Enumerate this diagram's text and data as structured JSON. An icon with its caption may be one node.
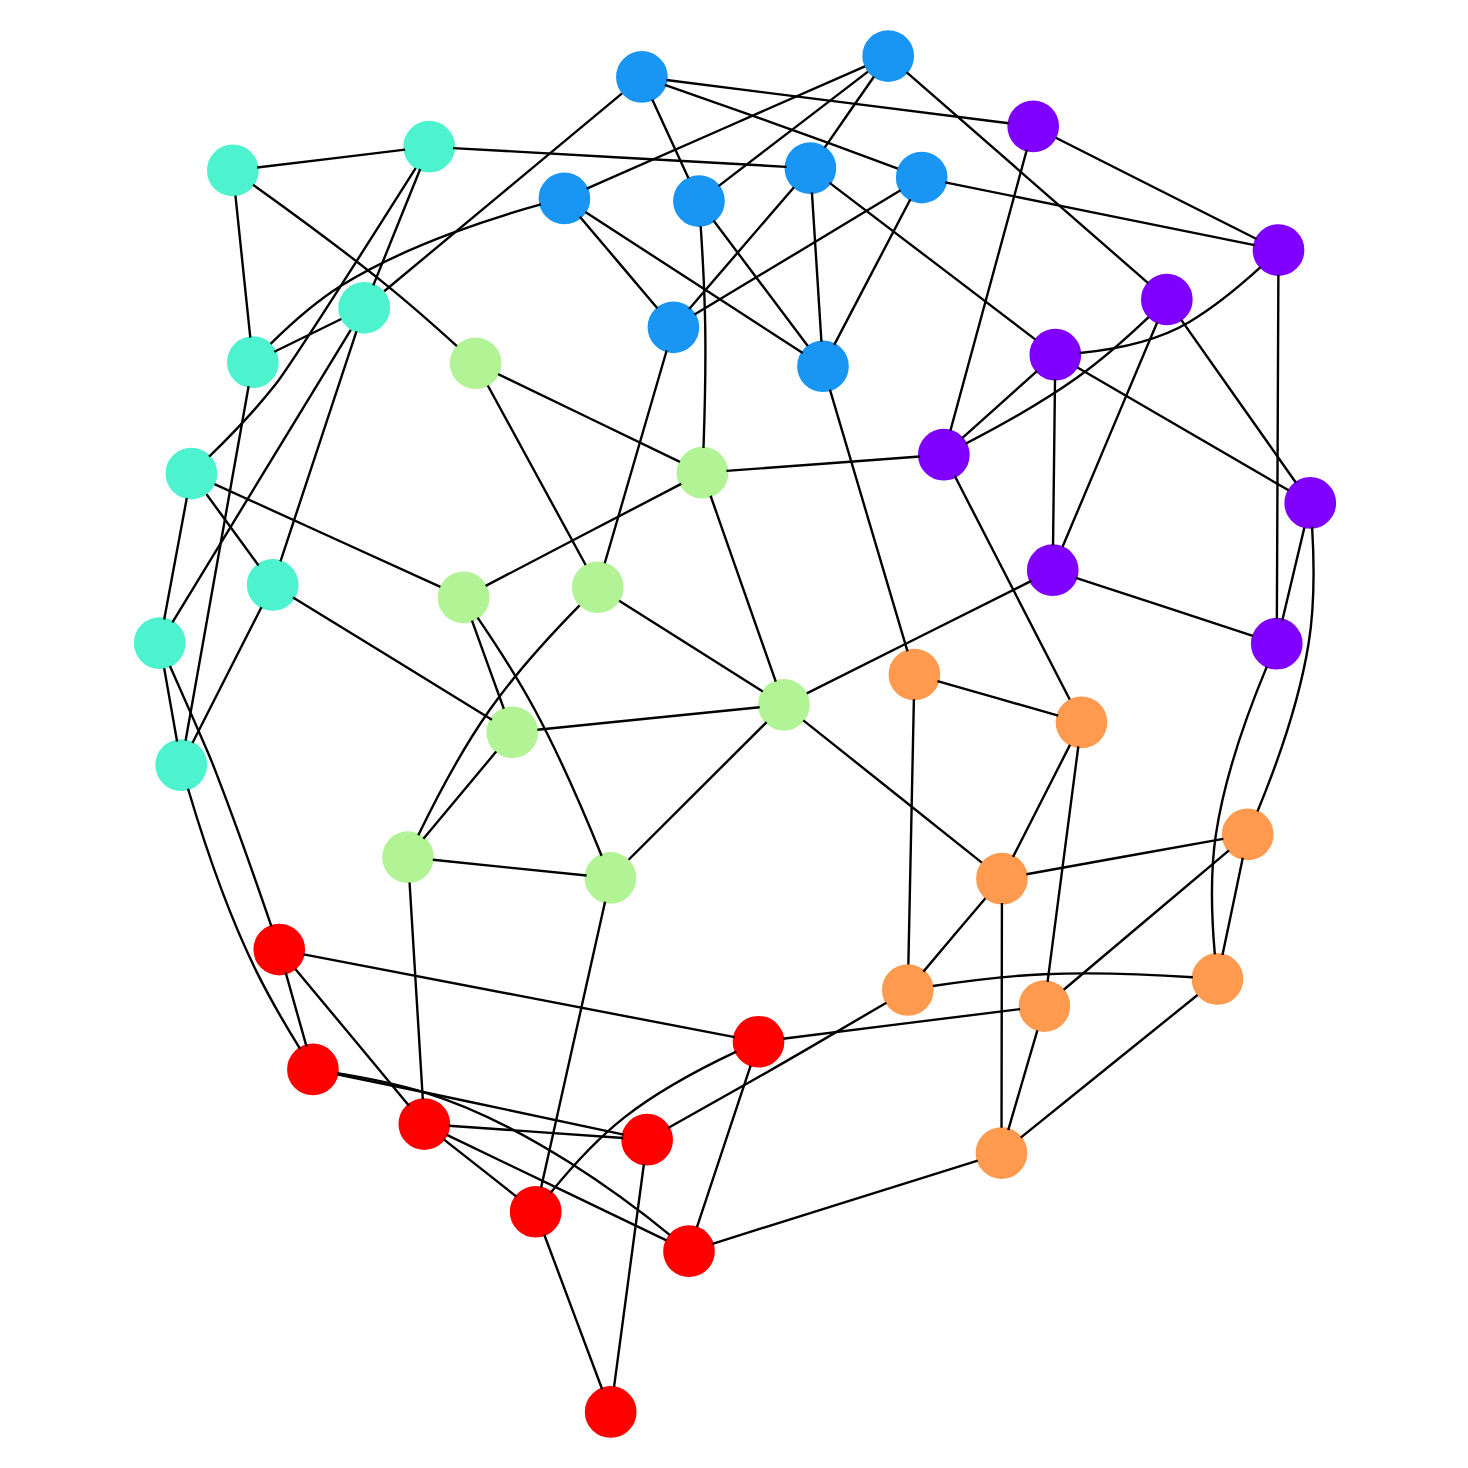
{
  "diagram": {
    "nodes": [
      {
        "text": [],
        "shape": "circle"
      },
      {
        "text": [],
        "shape": "circle"
      },
      {
        "text": [],
        "shape": "circle"
      },
      {
        "text": [],
        "shape": "circle"
      },
      {
        "text": [],
        "shape": "circle"
      },
      {
        "text": [],
        "shape": "circle"
      },
      {
        "text": [],
        "shape": "circle"
      },
      {
        "text": [],
        "shape": "circle"
      },
      {
        "text": [],
        "shape": "circle"
      },
      {
        "text": [],
        "shape": "circle"
      },
      {
        "text": [],
        "shape": "circle"
      },
      {
        "text": [],
        "shape": "circle"
      },
      {
        "text": [],
        "shape": "circle"
      },
      {
        "text": [],
        "shape": "circle"
      },
      {
        "text": [],
        "shape": "circle"
      },
      {
        "text": [],
        "shape": "circle"
      },
      {
        "text": [],
        "shape": "circle"
      },
      {
        "text": [],
        "shape": "circle"
      },
      {
        "text": [],
        "shape": "circle"
      },
      {
        "text": [],
        "shape": "circle"
      },
      {
        "text": [],
        "shape": "circle"
      },
      {
        "text": [],
        "shape": "circle"
      },
      {
        "text": [],
        "shape": "circle"
      },
      {
        "text": [],
        "shape": "circle"
      },
      {
        "text": [],
        "shape": "circle"
      },
      {
        "text": [],
        "shape": "circle"
      },
      {
        "text": [],
        "shape": "circle"
      },
      {
        "text": [],
        "shape": "circle"
      },
      {
        "text": [],
        "shape": "circle"
      },
      {
        "text": [],
        "shape": "circle"
      },
      {
        "text": [],
        "shape": "circle"
      },
      {
        "text": [],
        "shape": "circle"
      },
      {
        "text": [],
        "shape": "circle"
      },
      {
        "text": [],
        "shape": "circle"
      },
      {
        "text": [],
        "shape": "circle"
      },
      {
        "text": [],
        "shape": "circle"
      },
      {
        "text": [],
        "shape": "circle"
      },
      {
        "text": [],
        "shape": "circle"
      },
      {
        "text": [],
        "shape": "circle"
      },
      {
        "text": [],
        "shape": "circle"
      },
      {
        "text": [],
        "shape": "circle"
      },
      {
        "text": [],
        "shape": "circle"
      },
      {
        "text": [],
        "shape": "circle"
      },
      {
        "text": [],
        "shape": "circle"
      },
      {
        "text": [],
        "shape": "circle"
      },
      {
        "text": [],
        "shape": "circle"
      },
      {
        "text": [],
        "shape": "circle"
      },
      {
        "text": [],
        "shape": "circle"
      }
    ],
    "edges": [
      {
        "from": 0,
        "to": 1,
        "arrow": "none"
      },
      {
        "from": 1,
        "to": 2,
        "arrow": "none"
      },
      {
        "from": 2,
        "to": 3,
        "arrow": "none"
      },
      {
        "from": 3,
        "to": 4,
        "arrow": "none"
      },
      {
        "from": 4,
        "to": 5,
        "arrow": "none"
      },
      {
        "from": 5,
        "to": 6,
        "arrow": "none"
      },
      {
        "from": 6,
        "to": 7,
        "arrow": "none"
      },
      {
        "from": 7,
        "to": 0,
        "arrow": "none"
      },
      {
        "from": 0,
        "to": 3,
        "arrow": "none"
      },
      {
        "from": 1,
        "to": 4,
        "arrow": "none"
      },
      {
        "from": 2,
        "to": 5,
        "arrow": "none"
      },
      {
        "from": 3,
        "to": 6,
        "arrow": "none"
      },
      {
        "from": 8,
        "to": 9,
        "arrow": "none"
      },
      {
        "from": 9,
        "to": 10,
        "arrow": "none"
      },
      {
        "from": 10,
        "to": 11,
        "arrow": "none"
      },
      {
        "from": 11,
        "to": 12,
        "arrow": "none"
      },
      {
        "from": 12,
        "to": 13,
        "arrow": "none"
      },
      {
        "from": 13,
        "to": 14,
        "arrow": "none"
      },
      {
        "from": 14,
        "to": 15,
        "arrow": "none"
      },
      {
        "from": 15,
        "to": 8,
        "arrow": "none"
      },
      {
        "from": 8,
        "to": 11,
        "arrow": "none"
      },
      {
        "from": 9,
        "to": 12,
        "arrow": "none"
      },
      {
        "from": 10,
        "to": 13,
        "arrow": "none"
      },
      {
        "from": 11,
        "to": 14,
        "arrow": "none"
      },
      {
        "from": 16,
        "to": 17,
        "arrow": "none"
      },
      {
        "from": 17,
        "to": 18,
        "arrow": "none"
      },
      {
        "from": 18,
        "to": 19,
        "arrow": "none"
      },
      {
        "from": 19,
        "to": 20,
        "arrow": "none"
      },
      {
        "from": 20,
        "to": 21,
        "arrow": "none"
      },
      {
        "from": 21,
        "to": 22,
        "arrow": "none"
      },
      {
        "from": 22,
        "to": 23,
        "arrow": "none"
      },
      {
        "from": 23,
        "to": 16,
        "arrow": "none"
      },
      {
        "from": 16,
        "to": 19,
        "arrow": "none"
      },
      {
        "from": 17,
        "to": 20,
        "arrow": "none"
      },
      {
        "from": 18,
        "to": 21,
        "arrow": "none"
      },
      {
        "from": 19,
        "to": 22,
        "arrow": "none"
      },
      {
        "from": 24,
        "to": 25,
        "arrow": "none"
      },
      {
        "from": 25,
        "to": 26,
        "arrow": "none"
      },
      {
        "from": 26,
        "to": 27,
        "arrow": "none"
      },
      {
        "from": 27,
        "to": 28,
        "arrow": "none"
      },
      {
        "from": 28,
        "to": 29,
        "arrow": "none"
      },
      {
        "from": 29,
        "to": 30,
        "arrow": "none"
      },
      {
        "from": 30,
        "to": 31,
        "arrow": "none"
      },
      {
        "from": 31,
        "to": 24,
        "arrow": "none"
      },
      {
        "from": 24,
        "to": 27,
        "arrow": "none"
      },
      {
        "from": 25,
        "to": 28,
        "arrow": "none"
      },
      {
        "from": 26,
        "to": 29,
        "arrow": "none"
      },
      {
        "from": 27,
        "to": 30,
        "arrow": "none"
      },
      {
        "from": 32,
        "to": 33,
        "arrow": "none"
      },
      {
        "from": 33,
        "to": 34,
        "arrow": "none"
      },
      {
        "from": 34,
        "to": 35,
        "arrow": "none"
      },
      {
        "from": 35,
        "to": 36,
        "arrow": "none"
      },
      {
        "from": 36,
        "to": 37,
        "arrow": "none"
      },
      {
        "from": 37,
        "to": 38,
        "arrow": "none"
      },
      {
        "from": 38,
        "to": 39,
        "arrow": "none"
      },
      {
        "from": 39,
        "to": 32,
        "arrow": "none"
      },
      {
        "from": 32,
        "to": 35,
        "arrow": "none"
      },
      {
        "from": 33,
        "to": 36,
        "arrow": "none"
      },
      {
        "from": 34,
        "to": 37,
        "arrow": "none"
      },
      {
        "from": 35,
        "to": 38,
        "arrow": "none"
      },
      {
        "from": 40,
        "to": 41,
        "arrow": "none"
      },
      {
        "from": 41,
        "to": 42,
        "arrow": "none"
      },
      {
        "from": 42,
        "to": 43,
        "arrow": "none"
      },
      {
        "from": 43,
        "to": 44,
        "arrow": "none"
      },
      {
        "from": 44,
        "to": 45,
        "arrow": "none"
      },
      {
        "from": 45,
        "to": 46,
        "arrow": "none"
      },
      {
        "from": 46,
        "to": 47,
        "arrow": "none"
      },
      {
        "from": 47,
        "to": 40,
        "arrow": "none"
      },
      {
        "from": 40,
        "to": 43,
        "arrow": "none"
      },
      {
        "from": 41,
        "to": 44,
        "arrow": "none"
      },
      {
        "from": 42,
        "to": 45,
        "arrow": "none"
      },
      {
        "from": 43,
        "to": 46,
        "arrow": "none"
      },
      {
        "from": 0,
        "to": 8,
        "arrow": "none"
      },
      {
        "from": 2,
        "to": 10,
        "arrow": "none"
      },
      {
        "from": 5,
        "to": 13,
        "arrow": "none"
      },
      {
        "from": 3,
        "to": 17,
        "arrow": "none"
      },
      {
        "from": 6,
        "to": 20,
        "arrow": "none"
      },
      {
        "from": 1,
        "to": 25,
        "arrow": "none"
      },
      {
        "from": 4,
        "to": 28,
        "arrow": "none"
      },
      {
        "from": 9,
        "to": 41,
        "arrow": "none"
      },
      {
        "from": 12,
        "to": 44,
        "arrow": "none"
      },
      {
        "from": 14,
        "to": 46,
        "arrow": "none"
      },
      {
        "from": 11,
        "to": 19,
        "arrow": "none"
      },
      {
        "from": 15,
        "to": 35,
        "arrow": "none"
      },
      {
        "from": 18,
        "to": 26,
        "arrow": "none"
      },
      {
        "from": 21,
        "to": 29,
        "arrow": "none"
      },
      {
        "from": 23,
        "to": 31,
        "arrow": "none"
      },
      {
        "from": 16,
        "to": 33,
        "arrow": "none"
      },
      {
        "from": 22,
        "to": 38,
        "arrow": "none"
      },
      {
        "from": 19,
        "to": 42,
        "arrow": "none"
      },
      {
        "from": 24,
        "to": 36,
        "arrow": "none"
      },
      {
        "from": 27,
        "to": 39,
        "arrow": "none"
      },
      {
        "from": 30,
        "to": 34,
        "arrow": "none"
      },
      {
        "from": 32,
        "to": 40,
        "arrow": "none"
      },
      {
        "from": 34,
        "to": 43,
        "arrow": "none"
      },
      {
        "from": 37,
        "to": 45,
        "arrow": "none"
      },
      {
        "from": 39,
        "to": 47,
        "arrow": "none"
      },
      {
        "from": 46,
        "to": 22,
        "arrow": "none"
      }
    ]
  }
}
